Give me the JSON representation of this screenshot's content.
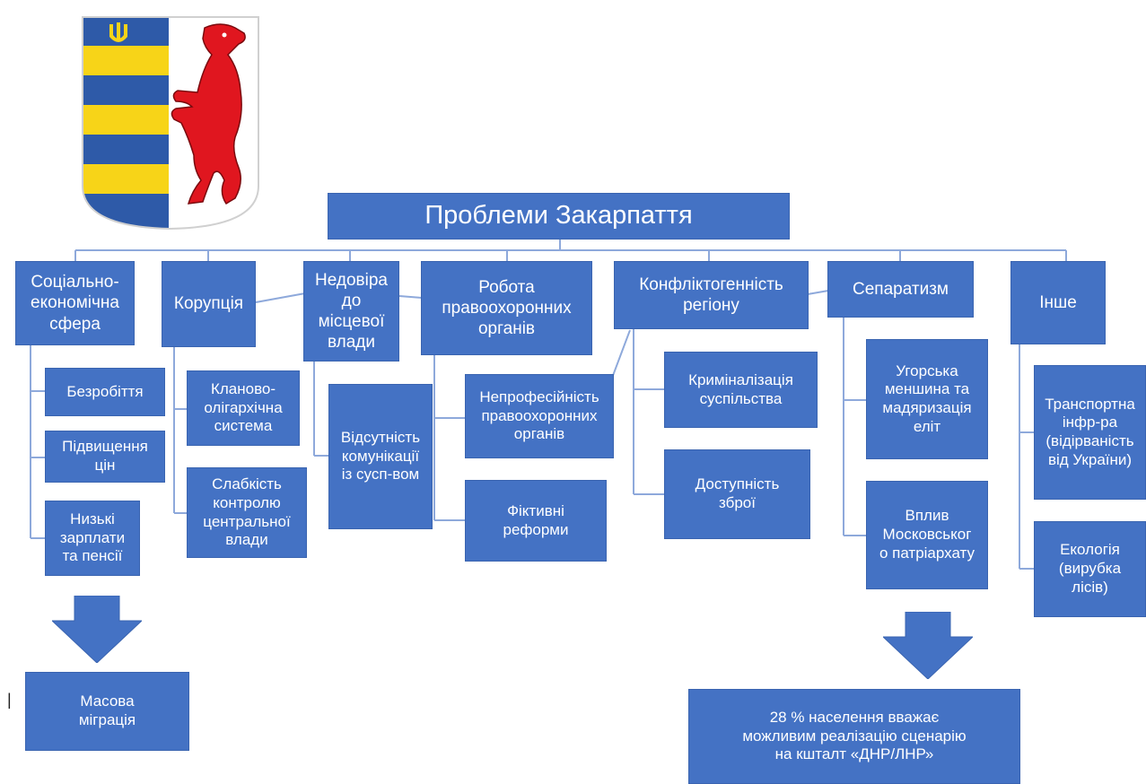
{
  "title": "Проблеми Закарпаття",
  "colors": {
    "box": "#4472c4",
    "box_border": "#3a64b0",
    "line": "#8ea9db",
    "coat_blue": "#2e5aa8",
    "coat_yellow": "#f7d418",
    "bear": "#e0161f"
  },
  "emblem": {
    "description_icons": [
      "coat-of-arms-icon",
      "tryzub-icon",
      "bear-icon"
    ]
  },
  "categories": [
    {
      "label": "Соціально-\nекономічна\nсфера",
      "items": [
        "Безробіття",
        "Підвищення\nцін",
        "Низькі\nзарплати\nта пенсії"
      ],
      "result": "Масова\nміграція"
    },
    {
      "label": "Корупція",
      "items": [
        "Кланово-\nолігархічна\nсистема",
        "Слабкість\nконтролю\nцентральної\nвлади"
      ]
    },
    {
      "label": "Недовіра\nдо\nмісцевої\nвлади",
      "items": [
        "Відсутність\nкомунікації\nіз сусп-вом"
      ]
    },
    {
      "label": "Робота\nправоохоронних\nорганів",
      "items": [
        "Непрофесійність\nправоохоронних\nорганів",
        "Фіктивні\nреформи"
      ]
    },
    {
      "label": "Конфліктогенність\nрегіону",
      "items": [
        "Криміналізація\nсуспільства",
        "Доступність\nзброї"
      ]
    },
    {
      "label": "Сепаратизм",
      "items": [
        "Угорська\nменшина та\nмадяризація\nеліт",
        "Вплив\nМосковськог\nо патріархату"
      ],
      "result": "28 % населення вважає\nможливим  реалізацію сценарію\nна кшталт «ДНР/ЛНР»"
    },
    {
      "label": "Інше",
      "items": [
        "Транспортна\nінфр-ра\n(відірваність\nвід України)",
        "Екологія\n(вирубка\nлісів)"
      ]
    }
  ],
  "stray_mark": "|"
}
